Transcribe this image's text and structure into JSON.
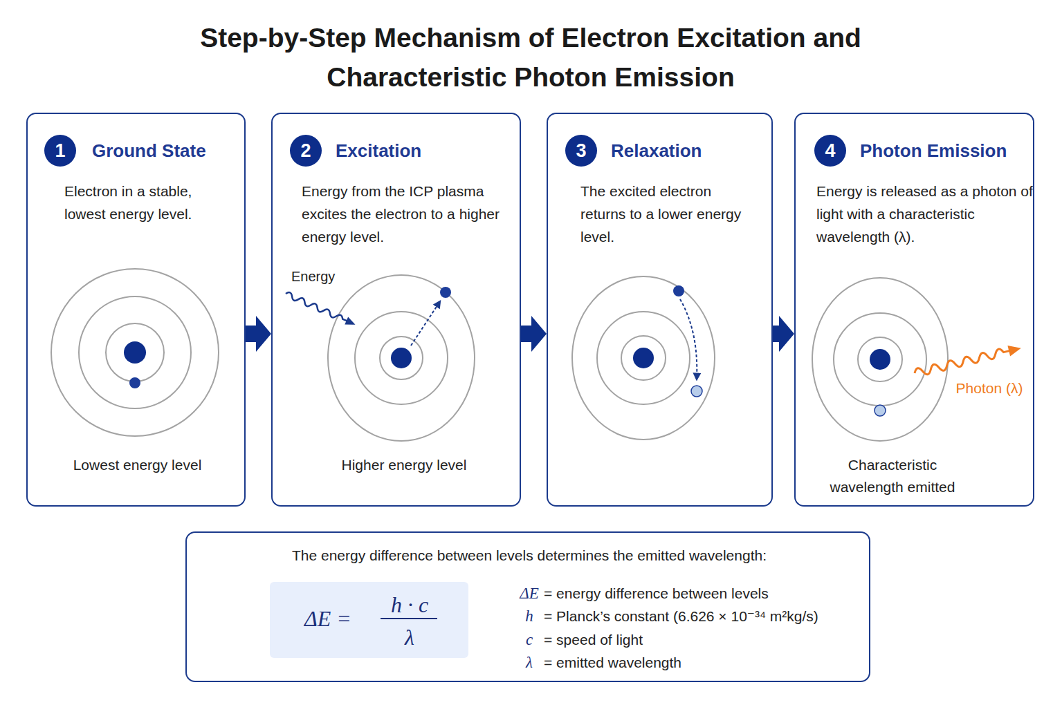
{
  "diagram": {
    "title": "Step-by-Step Mechanism of Electron Excitation and Characteristic Photon Emission",
    "nodes": [
      {
        "text": [
          "Ground State",
          "Electron in a stable, lowest energy level.",
          "Lowest energy level"
        ]
      },
      {
        "text": [
          "1"
        ],
        "in": 0
      },
      {
        "text": [
          "Excitation",
          "Energy from the ICP plasma excites the electron to a higher energy level.",
          "Energy",
          "Higher energy level"
        ]
      },
      {
        "text": [
          "2"
        ],
        "in": 2
      },
      {
        "text": [
          "Relaxation",
          "The excited electron returns to a lower energy level."
        ]
      },
      {
        "text": [
          "3"
        ],
        "in": 4
      },
      {
        "text": [
          "Photon Emission",
          "Energy is released as a photon of light with a characteristic wavelength (λ).",
          "Photon (λ)",
          "Characteristic wavelength emitted"
        ]
      },
      {
        "text": [
          "4"
        ],
        "in": 6
      },
      {
        "text": [
          "The energy difference between levels determines the emitted wavelength:",
          "ΔE",
          "= energy difference between levels",
          "h",
          "= Planck’s constant (6.626 × 10⁻³⁴ m²kg/s)",
          "c",
          "= speed of light",
          "λ",
          "= emitted wavelength"
        ]
      },
      {
        "text": [
          "ΔE =",
          "h · c",
          "λ"
        ],
        "in": 8
      }
    ],
    "edges": [
      {
        "from": 0,
        "to": 2,
        "arrow": "to"
      },
      {
        "from": 2,
        "to": 4,
        "arrow": "to"
      },
      {
        "from": 4,
        "to": 6,
        "arrow": "to"
      }
    ]
  }
}
